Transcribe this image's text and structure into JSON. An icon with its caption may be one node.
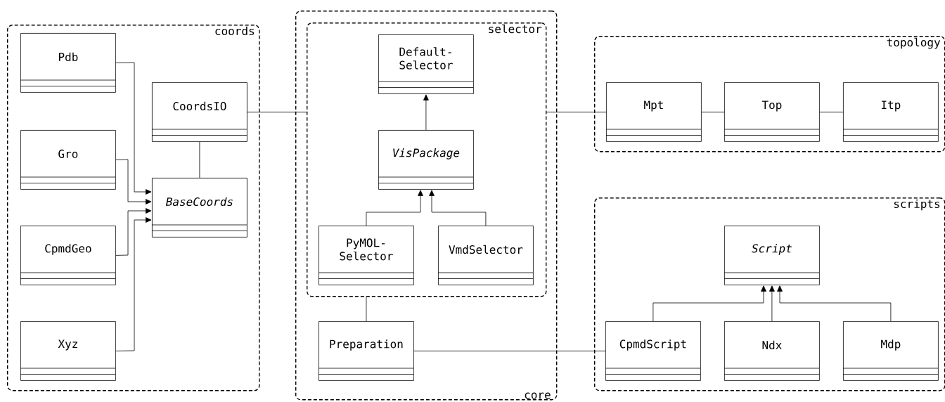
{
  "diagram": {
    "nodes": [
      {
        "text": [
          "coords"
        ]
      },
      {
        "text": [
          "Pdb"
        ],
        "in": 0
      },
      {
        "text": [
          "CoordsIO"
        ],
        "in": 0
      },
      {
        "text": [
          "Gro"
        ],
        "in": 0
      },
      {
        "text": [
          "BaseCoords"
        ],
        "in": 0
      },
      {
        "text": [
          "CpmdGeo"
        ],
        "in": 0
      },
      {
        "text": [
          "Xyz"
        ],
        "in": 0
      },
      {
        "text": [
          "core"
        ]
      },
      {
        "text": [
          "selector"
        ],
        "in": 7
      },
      {
        "text": [
          "Default-Selector"
        ],
        "in": 8
      },
      {
        "text": [
          "VisPackage"
        ],
        "in": 8
      },
      {
        "text": [
          "PyMOL-Selector"
        ],
        "in": 8
      },
      {
        "text": [
          "VmdSelector"
        ],
        "in": 8
      },
      {
        "text": [
          "Preparation"
        ],
        "in": 7
      },
      {
        "text": [
          "topology"
        ]
      },
      {
        "text": [
          "Mpt"
        ],
        "in": 14
      },
      {
        "text": [
          "Top"
        ],
        "in": 14
      },
      {
        "text": [
          "Itp"
        ],
        "in": 14
      },
      {
        "text": [
          "scripts"
        ]
      },
      {
        "text": [
          "Script"
        ],
        "in": 18
      },
      {
        "text": [
          "CpmdScript"
        ],
        "in": 18
      },
      {
        "text": [
          "Ndx"
        ],
        "in": 18
      },
      {
        "text": [
          "Mdp"
        ],
        "in": 18
      }
    ],
    "edges": [
      {
        "from": 1,
        "to": 4,
        "arrow": "to"
      },
      {
        "from": 3,
        "to": 4,
        "arrow": "to"
      },
      {
        "from": 5,
        "to": 4,
        "arrow": "to"
      },
      {
        "from": 6,
        "to": 4,
        "arrow": "to"
      },
      {
        "from": 2,
        "to": 4,
        "arrow": "none"
      },
      {
        "from": 2,
        "to": 8,
        "arrow": "none"
      },
      {
        "from": 10,
        "to": 9,
        "arrow": "to"
      },
      {
        "from": 11,
        "to": 10,
        "arrow": "to"
      },
      {
        "from": 12,
        "to": 10,
        "arrow": "to"
      },
      {
        "from": 8,
        "to": 13,
        "arrow": "none"
      },
      {
        "from": 8,
        "to": 15,
        "arrow": "none"
      },
      {
        "from": 15,
        "to": 16,
        "arrow": "none"
      },
      {
        "from": 16,
        "to": 17,
        "arrow": "none"
      },
      {
        "from": 13,
        "to": 20,
        "arrow": "none"
      },
      {
        "from": 20,
        "to": 19,
        "arrow": "to"
      },
      {
        "from": 21,
        "to": 19,
        "arrow": "to"
      },
      {
        "from": 22,
        "to": 19,
        "arrow": "to"
      }
    ]
  }
}
